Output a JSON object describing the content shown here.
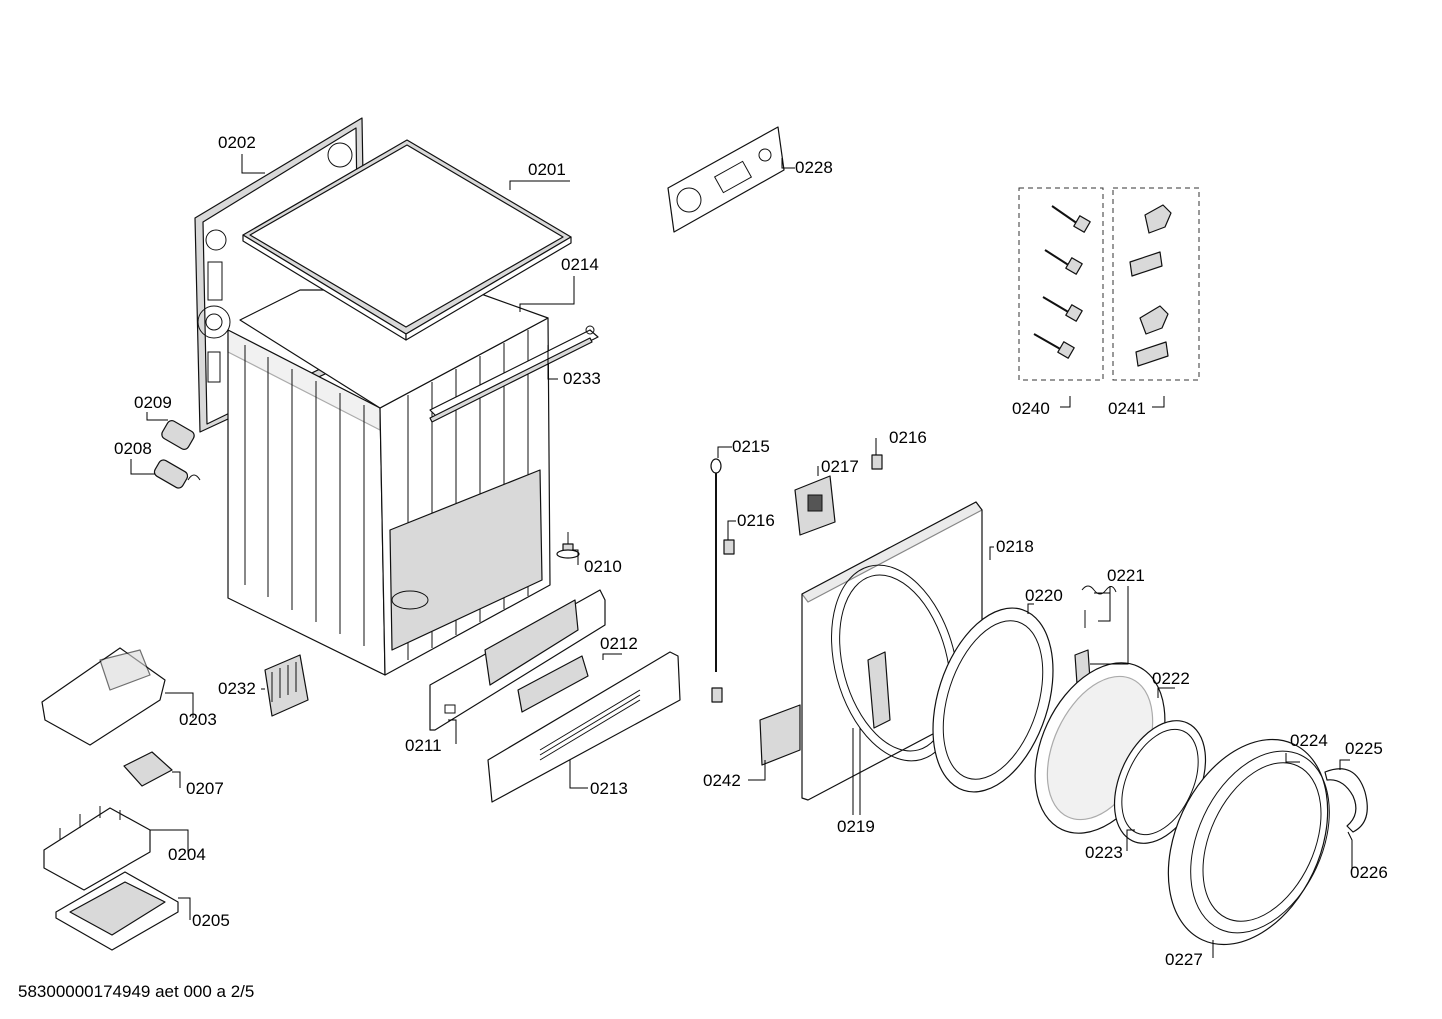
{
  "footer": {
    "document_code": "58300000174949 aet 000 a 2/5"
  },
  "labels": {
    "p0201": "0201",
    "p0202": "0202",
    "p0203": "0203",
    "p0204": "0204",
    "p0205": "0205",
    "p0207": "0207",
    "p0208": "0208",
    "p0209": "0209",
    "p0210": "0210",
    "p0211": "0211",
    "p0212": "0212",
    "p0213": "0213",
    "p0214": "0214",
    "p0215": "0215",
    "p0216a": "0216",
    "p0216b": "0216",
    "p0217": "0217",
    "p0218": "0218",
    "p0219": "0219",
    "p0220": "0220",
    "p0221": "0221",
    "p0222": "0222",
    "p0223": "0223",
    "p0224": "0224",
    "p0225": "0225",
    "p0226": "0226",
    "p0227": "0227",
    "p0228": "0228",
    "p0232": "0232",
    "p0233": "0233",
    "p0240": "0240",
    "p0241": "0241",
    "p0242": "0242"
  }
}
